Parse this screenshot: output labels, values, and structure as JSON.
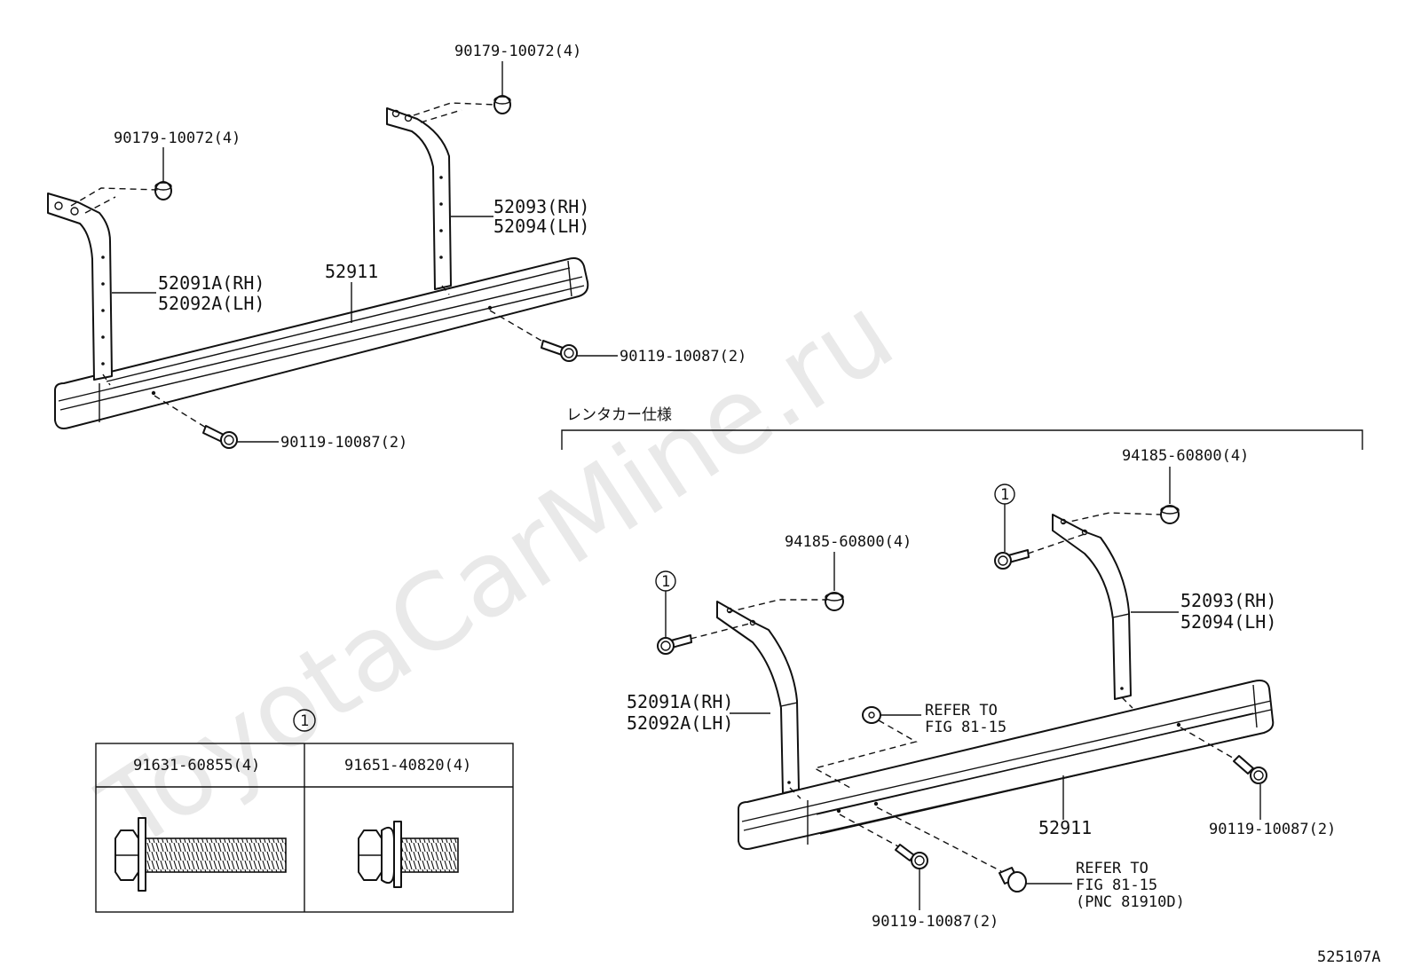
{
  "watermark": "ToyotaCarMine.ru",
  "diagram_code": "525107A",
  "section_title": "レンタカー仕様",
  "callout_symbol": "1",
  "top_view": {
    "nut_left": "90179-10072(4)",
    "nut_right": "90179-10072(4)",
    "bracket_left_rh": "52091A(RH)",
    "bracket_left_lh": "52092A(LH)",
    "bracket_right_rh": "52093(RH)",
    "bracket_right_lh": "52094(LH)",
    "step": "52911",
    "bolt_right": "90119-10087(2)",
    "bolt_bottom": "90119-10087(2)"
  },
  "rental_view": {
    "nut_right": "94185-60800(4)",
    "nut_left": "94185-60800(4)",
    "bracket_right_rh": "52093(RH)",
    "bracket_right_lh": "52094(LH)",
    "bracket_left_rh": "52091A(RH)",
    "bracket_left_lh": "52092A(LH)",
    "refer_1_line1": "REFER TO",
    "refer_1_line2": "FIG 81-15",
    "step": "52911",
    "bolt_right": "90119-10087(2)",
    "bolt_bottom": "90119-10087(2)",
    "refer_2_line1": "REFER TO",
    "refer_2_line2": "FIG 81-15",
    "refer_2_line3": "(PNC 81910D)"
  },
  "inset_table": {
    "col1_part": "91631-60855(4)",
    "col2_part": "91651-40820(4)"
  }
}
